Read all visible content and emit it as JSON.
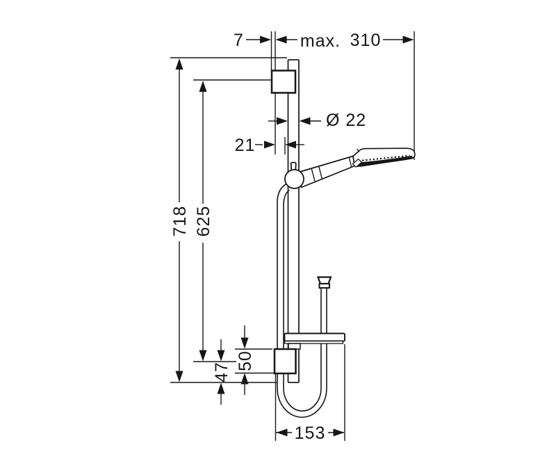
{
  "canvas": {
    "background": "#ffffff",
    "line_color": "#161616"
  },
  "dimensions": {
    "bracket_offset": "7",
    "max_prefix": "max.",
    "max_reach": "310",
    "rail_diameter": "Ø 22",
    "wall_distance": "21",
    "overall_height": "718",
    "bracket_distance": "625",
    "slider_bracket_height": "50",
    "rail_end_offset": "47",
    "hose_loop_width": "153"
  }
}
